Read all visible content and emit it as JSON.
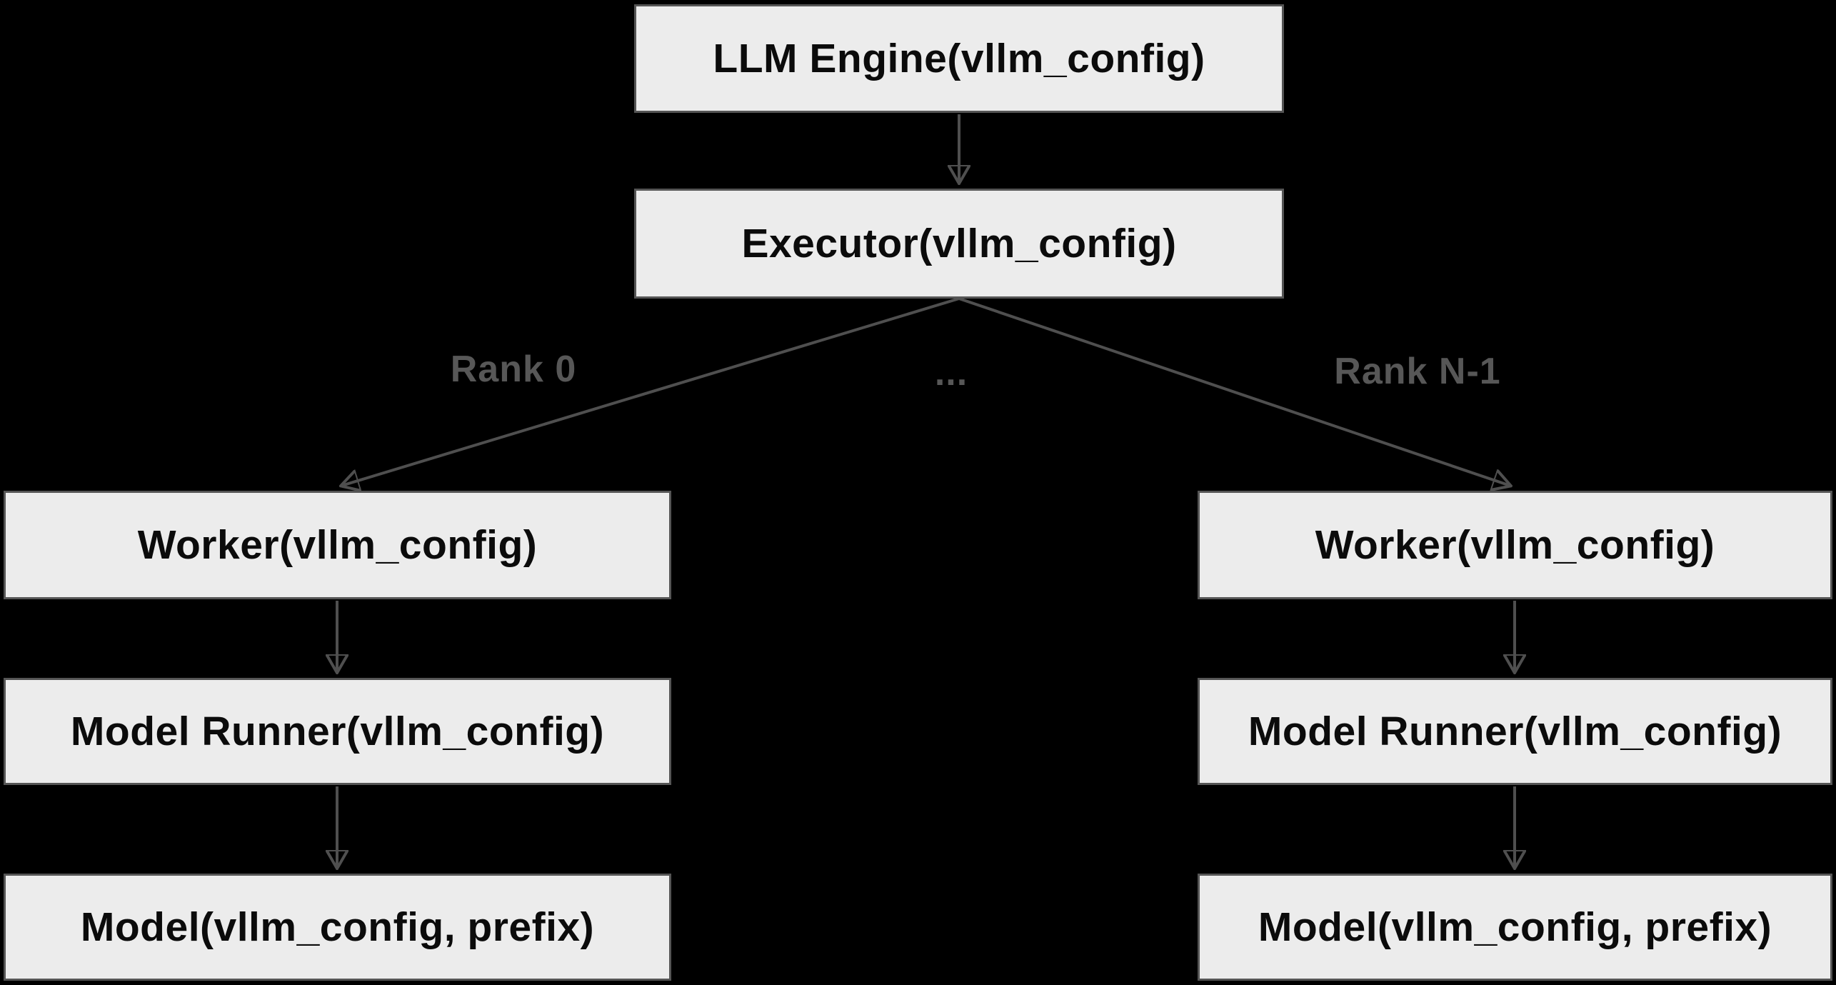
{
  "diagram": {
    "colors": {
      "canvas_bg": "#000000",
      "node_fill": "#ececec",
      "node_border": "#555555",
      "node_text": "#0b0b0b",
      "edge_color": "#4f4f4f",
      "edge_label_color": "#575757"
    },
    "nodes": {
      "llm_engine": {
        "label": "LLM Engine(vllm_config)"
      },
      "executor": {
        "label": "Executor(vllm_config)"
      },
      "worker_rank0": {
        "label": "Worker(vllm_config)"
      },
      "model_runner_rank0": {
        "label": "Model Runner(vllm_config)"
      },
      "model_rank0": {
        "label": "Model(vllm_config, prefix)"
      },
      "worker_rankn": {
        "label": "Worker(vllm_config)"
      },
      "model_runner_rankn": {
        "label": "Model Runner(vllm_config)"
      },
      "model_rankn": {
        "label": "Model(vllm_config, prefix)"
      }
    },
    "edge_labels": {
      "rank0": "Rank 0",
      "ellipsis": "...",
      "rankn": "Rank N-1"
    }
  }
}
